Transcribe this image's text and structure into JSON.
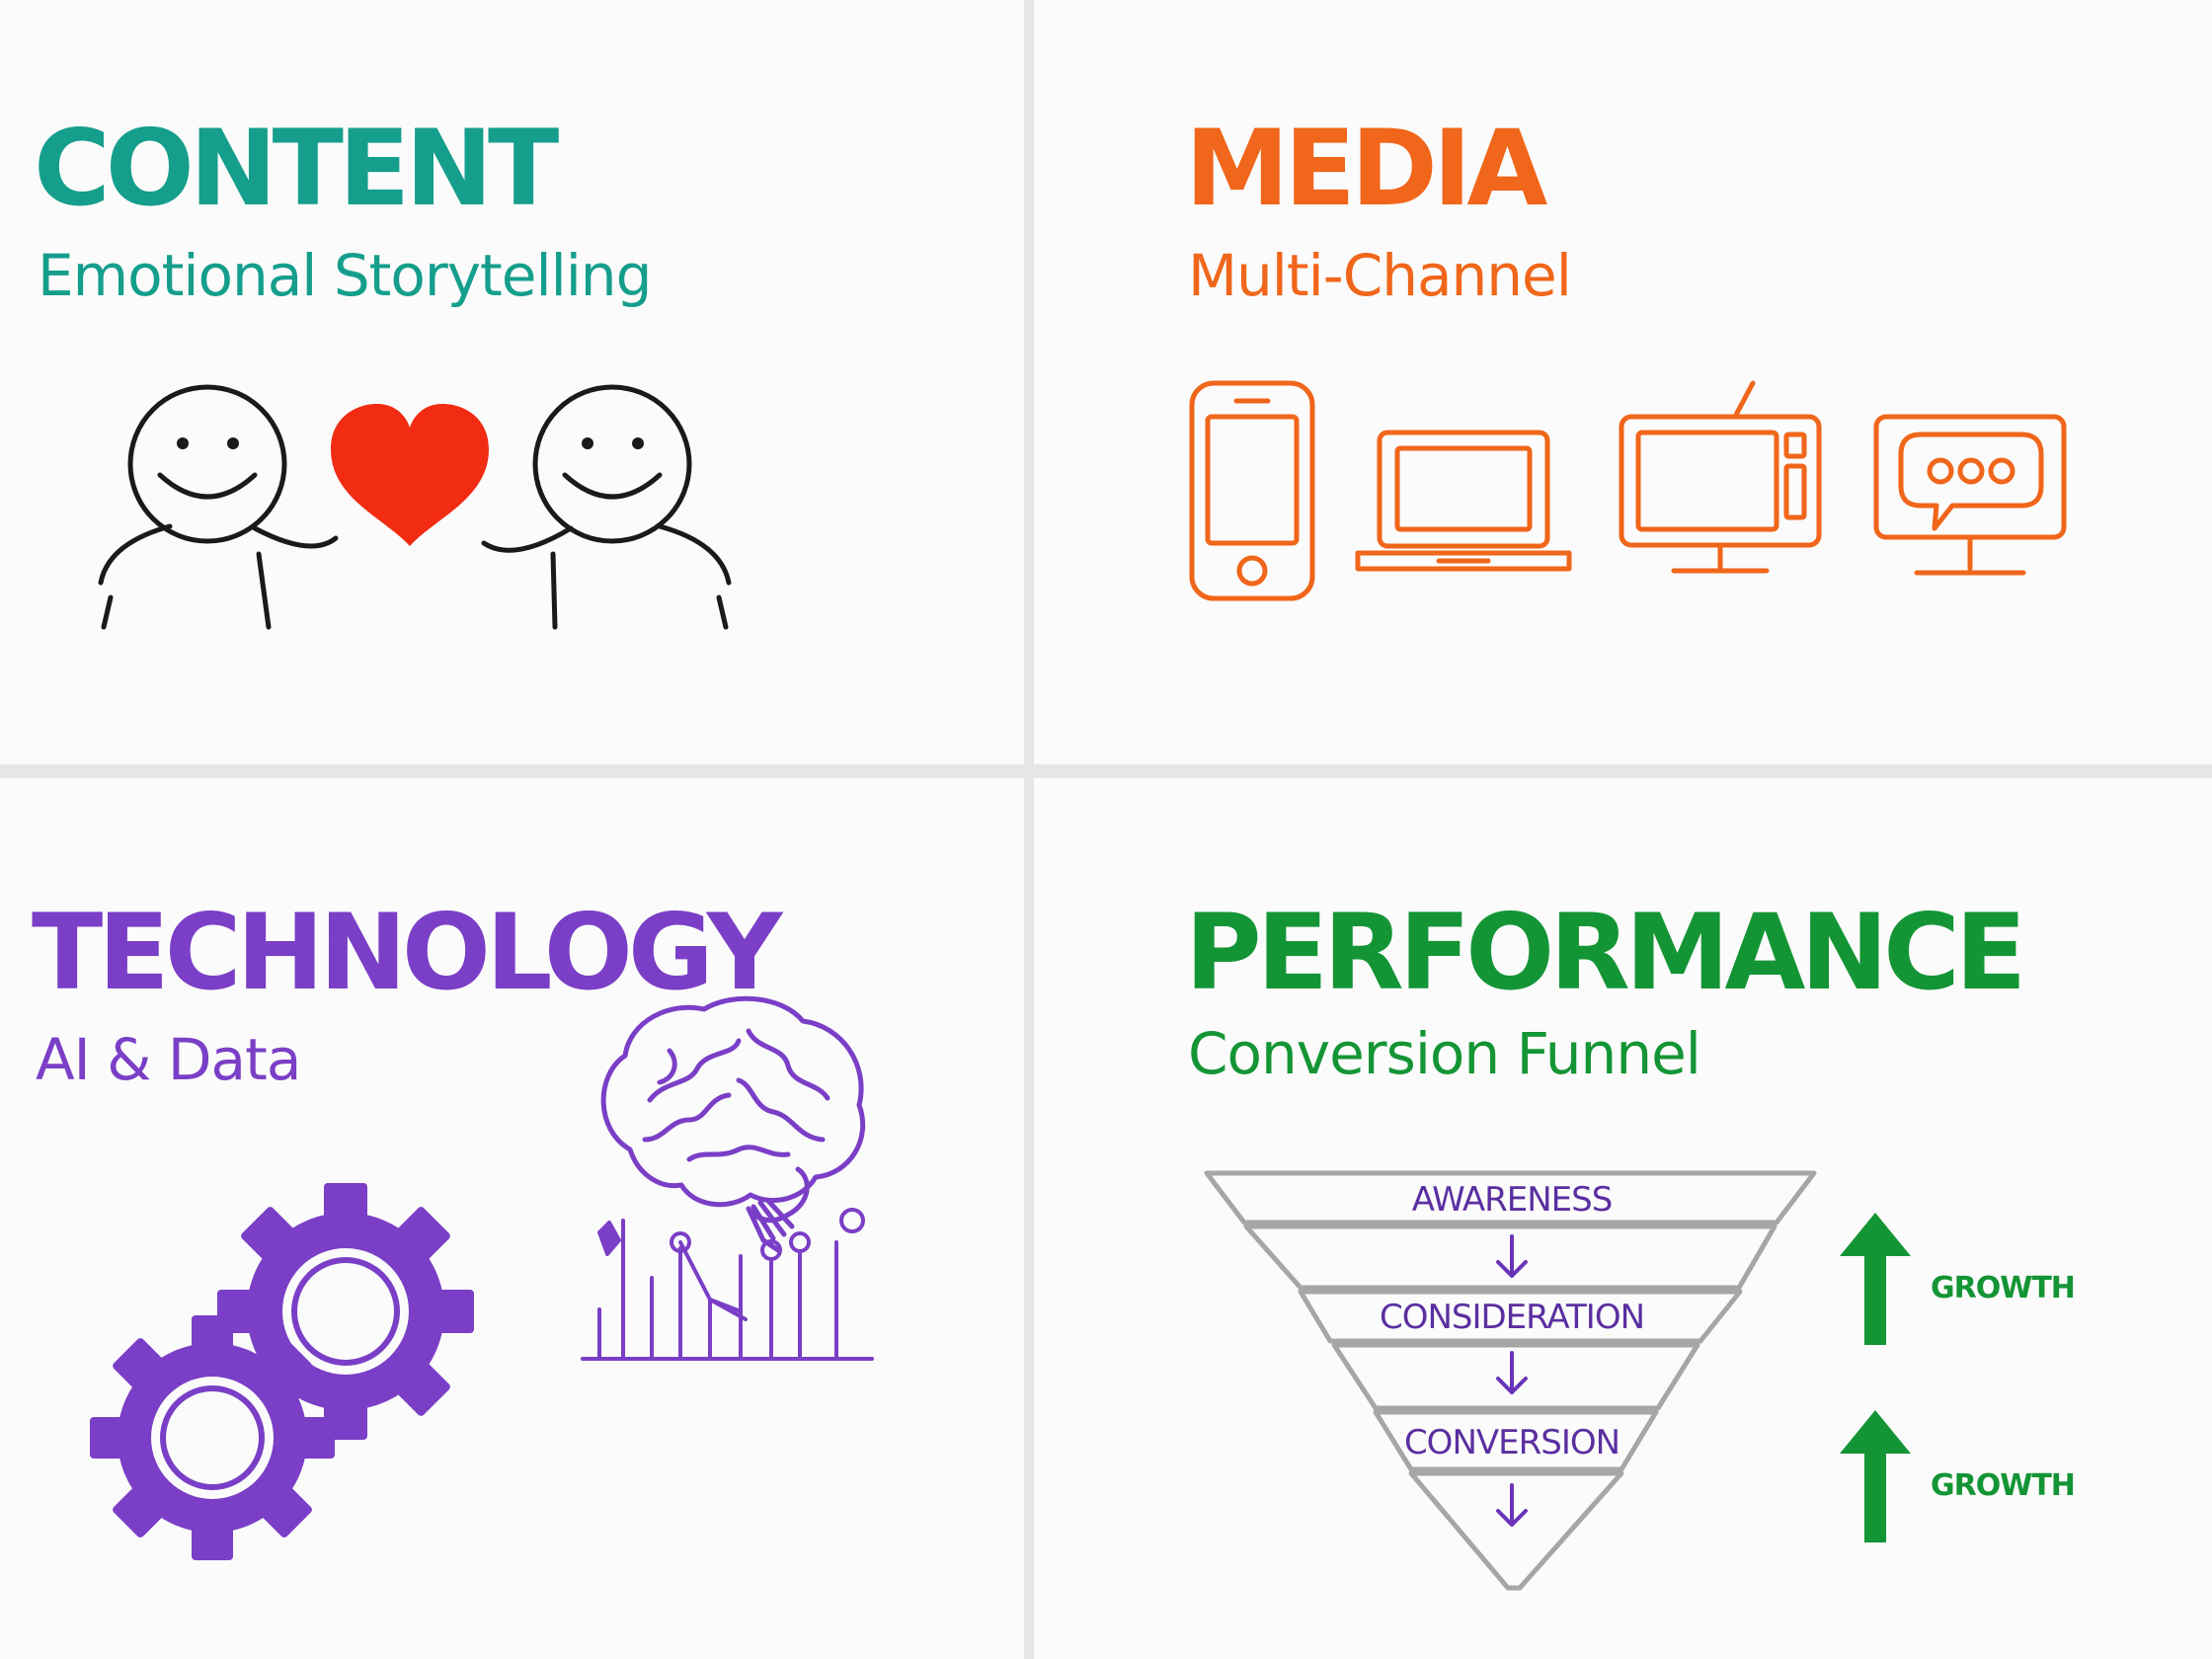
{
  "colors": {
    "content": "#159e8c",
    "media": "#f0661a",
    "technology": "#7a3fc6",
    "performance": "#149535",
    "heart": "#f22c12",
    "figure": "#1a1a1a",
    "funnel": "#a6a6a6",
    "funnel_text": "#5a2fa0"
  },
  "panels": {
    "content": {
      "title": "CONTENT",
      "subtitle": "Emotional Storytelling",
      "icons": [
        "smiley-person-icon",
        "heart-icon",
        "smiley-person-icon"
      ]
    },
    "media": {
      "title": "MEDIA",
      "subtitle": "Multi-Channel",
      "icons": [
        "smartphone-icon",
        "laptop-icon",
        "tv-icon",
        "monitor-chat-icon"
      ]
    },
    "technology": {
      "title": "TECHNOLOGY",
      "subtitle": "AI & Data",
      "icons": [
        "gears-icon",
        "brain-icon",
        "data-chart-icon"
      ]
    },
    "performance": {
      "title": "PERFORMANCE",
      "subtitle": "Conversion Funnel",
      "funnel": {
        "stages": [
          "AWARENESS",
          "CONSIDERATION",
          "CONVERSION"
        ]
      },
      "growth_labels": [
        "GROWTH",
        "GROWTH"
      ]
    }
  }
}
